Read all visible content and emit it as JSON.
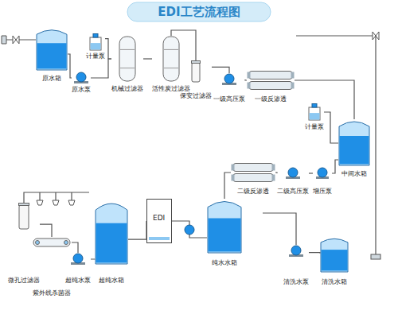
{
  "diagram": {
    "title": "EDI工艺流程图",
    "nodes": [
      {
        "text": [
          "原水箱"
        ]
      },
      {
        "text": [
          "原水泵"
        ]
      },
      {
        "text": [
          "计量泵"
        ]
      },
      {
        "text": [
          "机械过滤器"
        ]
      },
      {
        "text": [
          "活性炭过滤器"
        ]
      },
      {
        "text": [
          "保安过滤器"
        ]
      },
      {
        "text": [
          "一级高压泵"
        ]
      },
      {
        "text": [
          "一级反渗透"
        ]
      },
      {
        "text": [
          "计量泵"
        ]
      },
      {
        "text": [
          "中间水箱"
        ]
      },
      {
        "text": [
          "二级反渗透"
        ]
      },
      {
        "text": [
          "二级高压泵"
        ]
      },
      {
        "text": [
          "增压泵"
        ]
      },
      {
        "text": [
          "微孔过滤器"
        ]
      },
      {
        "text": [
          "紫外线杀菌器"
        ]
      },
      {
        "text": [
          "超纯水泵"
        ]
      },
      {
        "text": [
          "超纯水箱"
        ]
      },
      {
        "text": [
          "EDI"
        ]
      },
      {
        "text": [
          "纯水水箱"
        ]
      },
      {
        "text": [
          "清洗水泵"
        ]
      },
      {
        "text": [
          "清洗水箱"
        ]
      }
    ],
    "edges": [
      {
        "from": 0,
        "to": 1,
        "arrow": "none"
      },
      {
        "from": 1,
        "to": 3,
        "arrow": "none"
      },
      {
        "from": 2,
        "to": 3,
        "arrow": "none"
      },
      {
        "from": 3,
        "to": 4,
        "arrow": "none"
      },
      {
        "from": 4,
        "to": 5,
        "arrow": "none"
      },
      {
        "from": 5,
        "to": 6,
        "arrow": "none"
      },
      {
        "from": 6,
        "to": 7,
        "arrow": "none"
      },
      {
        "from": 7,
        "to": 9,
        "arrow": "none"
      },
      {
        "from": 8,
        "to": 9,
        "arrow": "none"
      },
      {
        "from": 9,
        "to": 12,
        "arrow": "none"
      },
      {
        "from": 12,
        "to": 11,
        "arrow": "none"
      },
      {
        "from": 11,
        "to": 10,
        "arrow": "none"
      },
      {
        "from": 10,
        "to": 18,
        "arrow": "none"
      },
      {
        "from": 18,
        "to": 17,
        "arrow": "none"
      },
      {
        "from": 17,
        "to": 16,
        "arrow": "none"
      },
      {
        "from": 16,
        "to": 15,
        "arrow": "none"
      },
      {
        "from": 15,
        "to": 14,
        "arrow": "none"
      },
      {
        "from": 14,
        "to": 13,
        "arrow": "none"
      },
      {
        "from": 20,
        "to": 19,
        "arrow": "none"
      }
    ]
  }
}
